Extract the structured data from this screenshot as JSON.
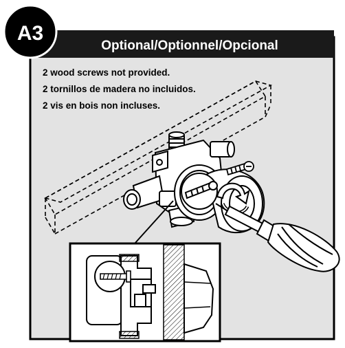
{
  "step": {
    "badge": "A3"
  },
  "header": {
    "title": "Optional/Optionnel/Opcional"
  },
  "notes": [
    "2 wood screws not provided.",
    "2 tornillos de madera no incluidos.",
    "2 vis en bois non incluses."
  ],
  "colors": {
    "panel_bg": "#e3e3e3",
    "header_bg": "#1a1a1a",
    "ink": "#000000",
    "paper": "#ffffff"
  },
  "icons": [
    "screwdriver-icon",
    "rotation-arrow-icon",
    "wood-screw-icon",
    "valve-body-icon"
  ]
}
